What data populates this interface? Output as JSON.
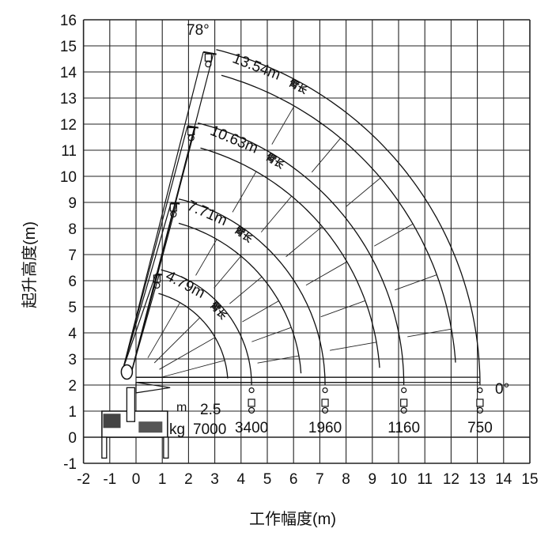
{
  "chart_data": {
    "type": "diagram",
    "title": "",
    "xlabel": "工作幅度(m)",
    "ylabel": "起升高度(m)",
    "xlim": [
      -2,
      15
    ],
    "ylim": [
      -1,
      16
    ],
    "x_ticks": [
      "-2",
      "-1",
      "0",
      "1",
      "2",
      "3",
      "4",
      "5",
      "6",
      "7",
      "8",
      "9",
      "10",
      "11",
      "12",
      "13",
      "14",
      "15"
    ],
    "y_ticks": [
      "-1",
      "0",
      "1",
      "2",
      "3",
      "4",
      "5",
      "6",
      "7",
      "8",
      "9",
      "10",
      "11",
      "12",
      "13",
      "14",
      "15",
      "16"
    ],
    "grid": true,
    "boom_label": "臂长",
    "angle_max_label": "78°",
    "angle_min_label": "0°",
    "booms": [
      {
        "length_label": "4.79m",
        "length": 4.79,
        "max_radius": 4.4,
        "load": "3400"
      },
      {
        "length_label": "7.71m",
        "length": 7.71,
        "max_radius": 7.2,
        "load": "1960"
      },
      {
        "length_label": "10.63m",
        "length": 10.63,
        "max_radius": 10.2,
        "load": "1160"
      },
      {
        "length_label": "13.54m",
        "length": 13.54,
        "max_radius": 13.1,
        "load": "750"
      }
    ],
    "load_table": {
      "radius_unit": "m",
      "load_unit": "kg",
      "first_radius": "2.5",
      "first_load": "7000"
    }
  }
}
